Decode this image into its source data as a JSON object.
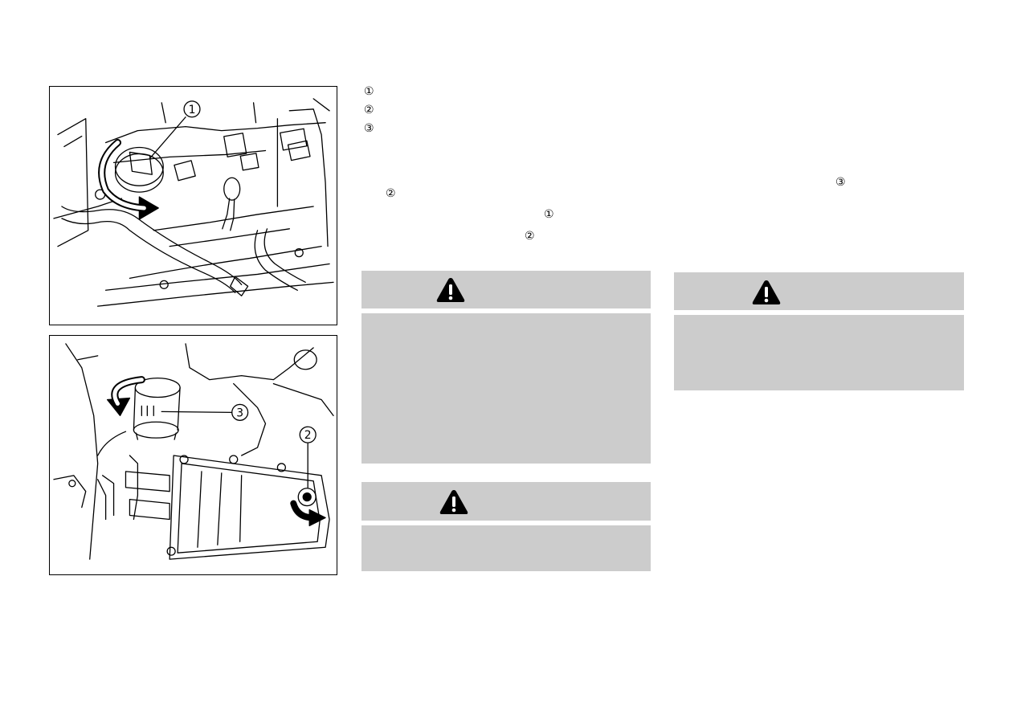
{
  "callouts": {
    "c1": "①",
    "c2": "②",
    "c3": "③"
  },
  "figures": {
    "top": {
      "label_1": "1"
    },
    "bottom": {
      "label_2": "2",
      "label_3": "3"
    }
  },
  "colors": {
    "box_fill": "#cccccc",
    "line": "#000000"
  },
  "icons": {
    "warning": "warning-triangle-icon"
  }
}
